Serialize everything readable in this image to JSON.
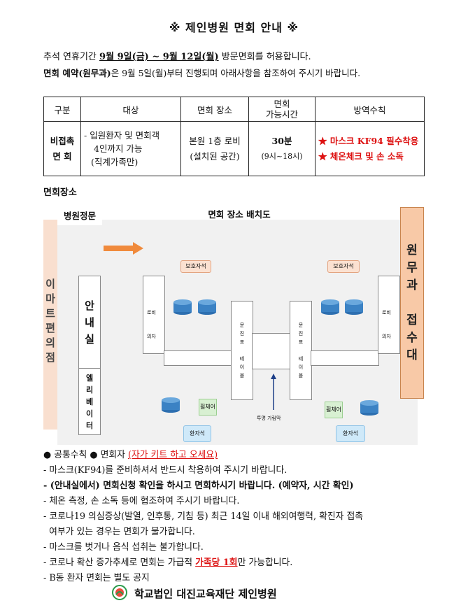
{
  "title": "※ 제인병원 면회 안내 ※",
  "intro": {
    "line1_prefix": "추석 연휴기간 ",
    "line1_dates": "9월 9일(금) ~ 9월 12일(월)",
    "line1_suffix": " 방문면회를 허용합니다.",
    "line2_bold": "면회 예약(원무과)",
    "line2_rest": "은 9월 5일(월)부터 진행되며 아래사항을 참조하여 주시기 바랍니다."
  },
  "table": {
    "headers": [
      "구분",
      "대상",
      "면회 장소",
      "면회\n가능시간",
      "방역수칙"
    ],
    "row": {
      "type": "비접촉\n면 회",
      "target_l1": "- 입원환자 및 면회객",
      "target_l2": "4인까지 가능",
      "target_l3": "(직계가족만)",
      "place_l1": "본원 1층 로비",
      "place_l2": "(설치된 공간)",
      "time_l1": "30분",
      "time_l2": "(9시~18시)",
      "rule1": "★ 마스크 KF94 필수착용",
      "rule2": "★ 체온체크 및 손 소독"
    }
  },
  "section_title": "면회장소",
  "diagram": {
    "gate": "병원정문",
    "title": "면회 장소 배치도",
    "mart": "이\n마\n트\n편\n의\n점",
    "wonmu": "원\n무\n과\n\n접\n수\n대",
    "info_desk": "안\n내\n실",
    "elevator": "엘\n리\n베\n이\n터",
    "guardian_seat": "보호자석",
    "patient_seat": "환자석",
    "lobby": "로비",
    "chair": "의자",
    "wheelchair": "휠체어",
    "interview_table": "문\n진\n표\n\n테\n이\n블",
    "partition": "투명 가림막"
  },
  "rules": {
    "heading_a": "● 공통수칙 ● 면회자 ",
    "heading_red": "(자가 키트 하고 오세요)",
    "items": [
      "- 마스크(KF94)를 준비하셔서 반드시 착용하여 주시기 바랍니다.",
      "- (안내실에서) 면회신청 확인을 하시고 면회하시기 바랍니다. (예약자, 시간 확인)",
      "- 체온 측정, 손 소독 등에 협조하여 주시기 바랍니다.",
      "- 코로나19 의심증상(발열, 인후통, 기침 등) 최근 14일 이내 해외여행력, 확진자 접촉",
      "  여부가 있는 경우는 면회가 불가합니다.",
      "- 마스크를 벗거나 음식 섭취는 불가합니다."
    ],
    "limit_prefix": "- 코로나 확산 증가추세로 면회는 가급적 ",
    "limit_red": "가족당 1회",
    "limit_suffix": "만 가능합니다.",
    "last": "- B동 환자 면회는 별도 공지"
  },
  "footer": "학교법인 대진교육재단 제인병원",
  "colors": {
    "accent_red": "#d11111",
    "wonmu_bg": "#f8c9a7",
    "mart_bg": "#f9dfcf"
  }
}
